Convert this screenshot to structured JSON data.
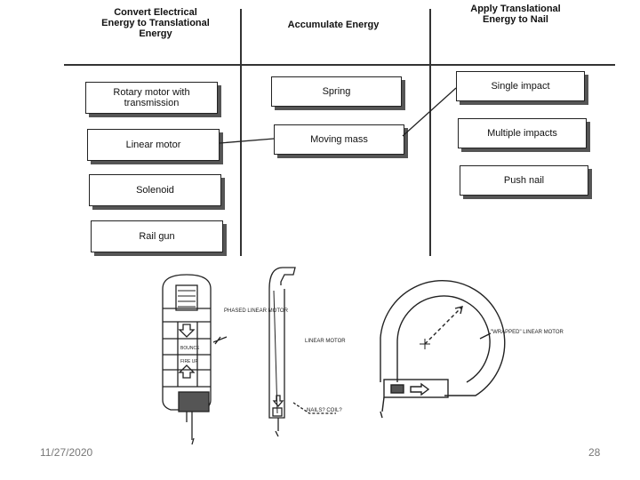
{
  "diagram": {
    "columns": [
      {
        "header": "Convert Electrical Energy to Translational Energy",
        "boxes": [
          "Rotary motor with transmission",
          "Linear motor",
          "Solenoid",
          "Rail gun"
        ]
      },
      {
        "header": "Accumulate Energy",
        "boxes": [
          "Spring",
          "Moving mass"
        ]
      },
      {
        "header": "Apply Translational Energy to Nail",
        "boxes": [
          "Single impact",
          "Multiple impacts",
          "Push nail"
        ]
      }
    ],
    "sketch_labels": {
      "phased": "PHASED LINEAR MOTOR",
      "linear": "LINEAR MOTOR",
      "wrapped": "\"WRAPPED\" LINEAR MOTOR",
      "nails": "NAILS? COIL?",
      "bounce": "BOUNCE",
      "fire": "FIRE UP"
    }
  },
  "footer": {
    "date": "11/27/2020",
    "page": "28"
  }
}
